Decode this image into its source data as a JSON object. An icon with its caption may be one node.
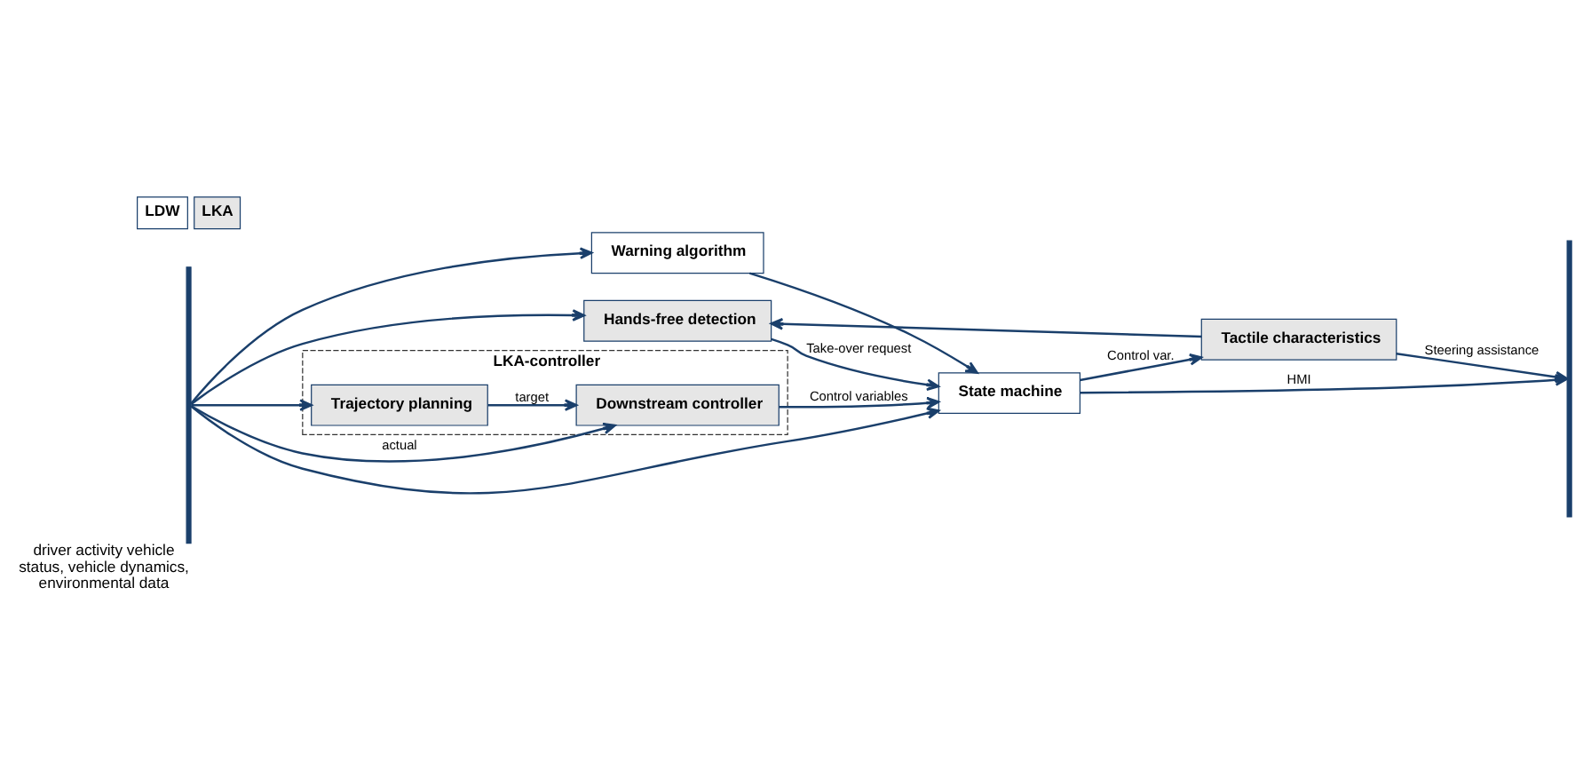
{
  "diagram": {
    "nodes": [
      {
        "text": [],
        "shape": "bar",
        "beside": [
          "driver activity vehicle status, vehicle dynamics, environmental data"
        ]
      },
      {
        "text": [
          "Hands-free detection"
        ]
      },
      {
        "text": [
          "Tactile characteristics"
        ]
      },
      {
        "text": [
          "Warning algorithm"
        ]
      },
      {
        "text": [
          "State machine"
        ]
      },
      {
        "text": [
          "LKA-controller"
        ]
      },
      {
        "text": [
          "Trajectory planning"
        ],
        "in": 5
      },
      {
        "text": [
          "Downstream controller"
        ],
        "in": 5
      },
      {
        "text": [],
        "shape": "bar"
      }
    ],
    "edges": [
      {
        "from": 0,
        "to": 1,
        "arrow": "to"
      },
      {
        "from": 0,
        "to": 3,
        "arrow": "to"
      },
      {
        "from": 0,
        "to": 4,
        "arrow": "to"
      },
      {
        "from": 0,
        "to": 6,
        "arrow": "to"
      },
      {
        "from": 0,
        "to": 7,
        "label": "actual",
        "arrow": "to"
      },
      {
        "from": 6,
        "to": 7,
        "label": "target",
        "arrow": "to"
      },
      {
        "from": 1,
        "to": 4,
        "label": "Take-over request",
        "arrow": "to"
      },
      {
        "from": 3,
        "to": 4,
        "arrow": "to"
      },
      {
        "from": 7,
        "to": 4,
        "label": "Control variables",
        "arrow": "to"
      },
      {
        "from": 4,
        "to": 2,
        "label": "Control var.",
        "arrow": "to"
      },
      {
        "from": 2,
        "to": 1,
        "arrow": "to"
      },
      {
        "from": 2,
        "to": 8,
        "label": "Steering assistance",
        "arrow": "to"
      },
      {
        "from": 4,
        "to": 8,
        "label": "HMI",
        "arrow": "to"
      }
    ],
    "legend": [
      {
        "text": "LDW",
        "color": "#ffffff"
      },
      {
        "text": "LKA",
        "color": "#e6e6e6"
      }
    ]
  }
}
